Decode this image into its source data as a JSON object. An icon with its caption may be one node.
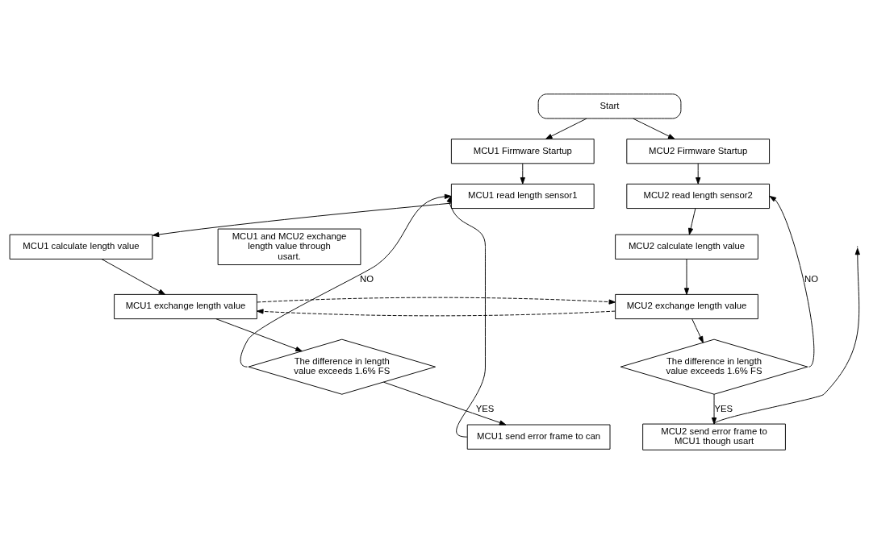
{
  "diagram": {
    "nodes": [
      {
        "text": [
          "Start"
        ]
      },
      {
        "text": [
          "MCU1 Firmware Startup"
        ]
      },
      {
        "text": [
          "MCU2 Firmware Startup"
        ]
      },
      {
        "text": [
          "MCU1 read length sensor1"
        ]
      },
      {
        "text": [
          "MCU1 calculate length value"
        ]
      },
      {
        "text": [
          "MCU1 exchange length value"
        ]
      },
      {
        "text": [
          "The difference in length value exceeds 1.6% FS"
        ]
      },
      {
        "text": [
          "MCU1 send error frame to can"
        ]
      },
      {
        "text": [
          "MCU1 and MCU2 exchange length value through usart."
        ]
      },
      {
        "text": [
          "MCU2 read length sensor2"
        ]
      },
      {
        "text": [
          "MCU2 calculate length value"
        ]
      },
      {
        "text": [
          "MCU2 exchange length value"
        ]
      },
      {
        "text": [
          "The difference in length value exceeds 1.6% FS"
        ]
      },
      {
        "text": [
          "MCU2 send error frame to MCU1 though usart"
        ]
      }
    ],
    "edges": [
      {
        "from": 0,
        "to": 1,
        "arrow": "to"
      },
      {
        "from": 0,
        "to": 2,
        "arrow": "to"
      },
      {
        "from": 1,
        "to": 3,
        "arrow": "to"
      },
      {
        "from": 3,
        "to": 4,
        "arrow": "to"
      },
      {
        "from": 4,
        "to": 5,
        "arrow": "to"
      },
      {
        "from": 5,
        "to": 6,
        "arrow": "to"
      },
      {
        "from": 6,
        "to": 3,
        "label": "NO",
        "arrow": "to"
      },
      {
        "from": 6,
        "to": 7,
        "label": "YES",
        "arrow": "to"
      },
      {
        "from": 7,
        "to": 3,
        "arrow": "to"
      },
      {
        "from": 2,
        "to": 9,
        "arrow": "to"
      },
      {
        "from": 9,
        "to": 10,
        "arrow": "to"
      },
      {
        "from": 10,
        "to": 11,
        "arrow": "to"
      },
      {
        "from": 11,
        "to": 12,
        "arrow": "to"
      },
      {
        "from": 12,
        "to": 9,
        "label": "NO",
        "arrow": "to"
      },
      {
        "from": 12,
        "to": 13,
        "label": "YES",
        "arrow": "to"
      },
      {
        "from": 11,
        "to": 5,
        "arrow": "to",
        "style": "dashed"
      },
      {
        "from": 5,
        "to": 11,
        "arrow": "to",
        "style": "dashed"
      },
      {
        "from": 13,
        "to": null,
        "arrow": "to"
      }
    ]
  }
}
